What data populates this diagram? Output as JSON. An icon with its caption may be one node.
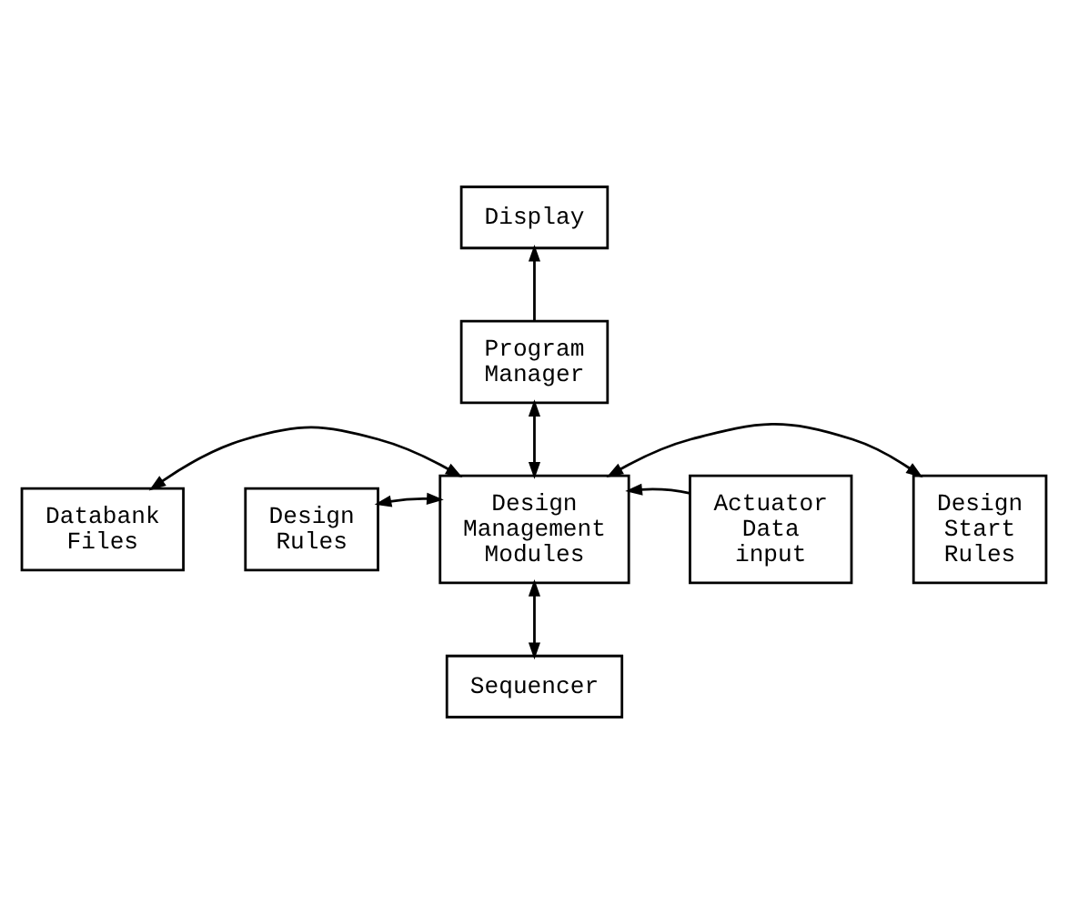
{
  "diagram": {
    "nodes": [
      {
        "text": [
          "Display"
        ]
      },
      {
        "text": [
          "Program Manager"
        ]
      },
      {
        "text": [
          "Databank Files"
        ]
      },
      {
        "text": [
          "Design Management Modules"
        ]
      },
      {
        "text": [
          "Actuator Data input"
        ]
      },
      {
        "text": [
          "Design Rules"
        ]
      },
      {
        "text": [
          "Design Start Rules"
        ]
      },
      {
        "text": [
          "Sequencer"
        ]
      }
    ],
    "edges": [
      {
        "from": 1,
        "to": 0,
        "arrow": "to"
      },
      {
        "from": 1,
        "to": 3,
        "arrow": "both"
      },
      {
        "from": 2,
        "to": 3,
        "arrow": "both"
      },
      {
        "from": 5,
        "to": 3,
        "arrow": "both"
      },
      {
        "from": 4,
        "to": 3,
        "arrow": "to"
      },
      {
        "from": 3,
        "to": 6,
        "arrow": "both"
      },
      {
        "from": 3,
        "to": 7,
        "arrow": "both"
      }
    ]
  }
}
